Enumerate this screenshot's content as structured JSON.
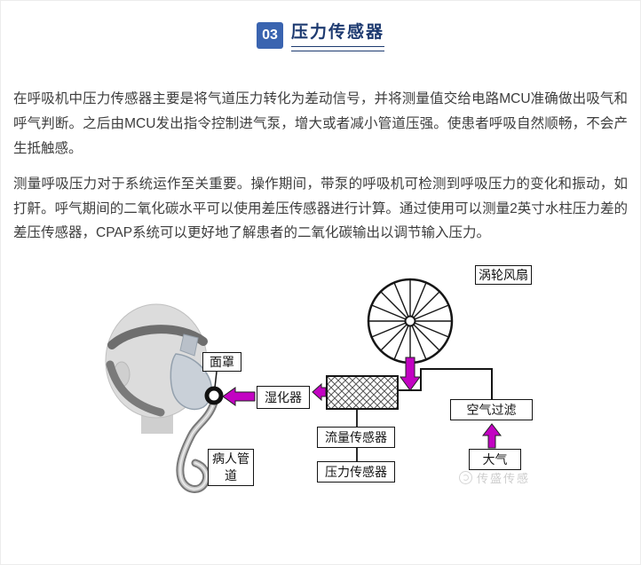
{
  "header": {
    "badge": "03",
    "title": "压力传感器"
  },
  "paragraphs": {
    "p1": "在呼吸机中压力传感器主要是将气道压力转化为差动信号，并将测量值交给电路MCU准确做出吸气和呼气判断。之后由MCU发出指令控制进气泵，增大或者减小管道压强。使患者呼吸自然顺畅，不会产生抵触感。",
    "p2": "测量呼吸压力对于系统运作至关重要。操作期间，带泵的呼吸机可检测到呼吸压力的变化和振动，如打鼾。呼气期间的二氧化碳水平可以使用差压传感器进行计算。通过使用可以测量2英寸水柱压力差的差压传感器，CPAP系统可以更好地了解患者的二氧化碳输出以调节输入压力。"
  },
  "diagram": {
    "labels": {
      "turbine_fan": "涡轮风扇",
      "mask": "面罩",
      "humidifier": "湿化器",
      "air_filter": "空气过滤",
      "flow_sensor": "流量传感器",
      "pressure_sensor": "压力传感器",
      "atmosphere": "大气",
      "patient_tube": "病人管道"
    },
    "arrow_color": "#c203c2"
  },
  "watermark": {
    "text": "传盛传感"
  },
  "colors": {
    "badge_bg": "#3a64b0",
    "title": "#1d3a70",
    "body_text": "#3d3d3d",
    "arrow": "#c203c2",
    "line": "#151515"
  }
}
